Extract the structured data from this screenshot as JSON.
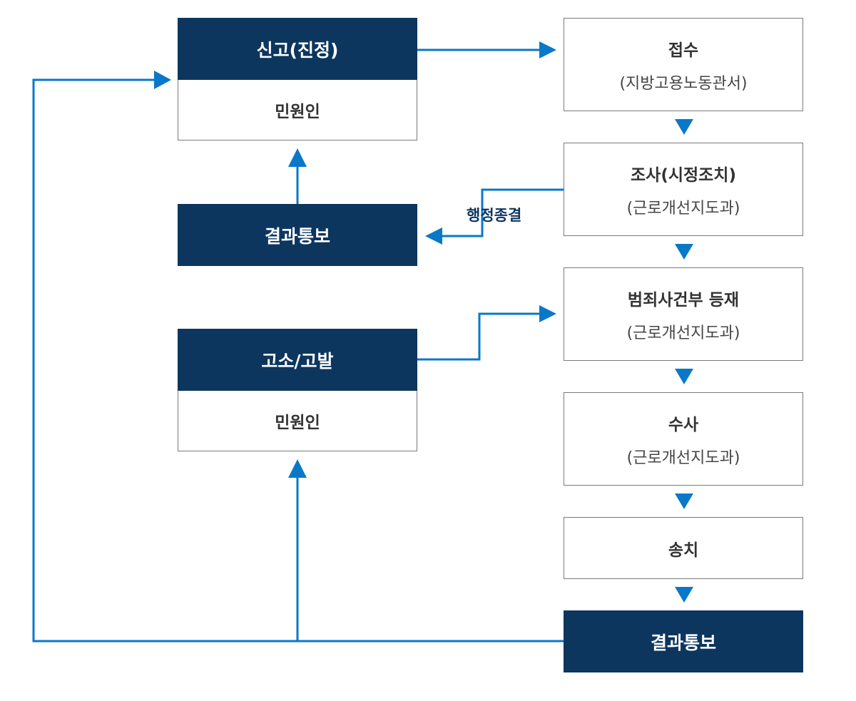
{
  "left": {
    "report": {
      "header": "신고(진정)",
      "body": "민원인"
    },
    "result_admin": {
      "label": "결과통보"
    },
    "complaint": {
      "header": "고소/고발",
      "body": "민원인"
    }
  },
  "right": {
    "receipt": {
      "title": "접수",
      "sub": "(지방고용노동관서)"
    },
    "investigation": {
      "title": "조사(시정조치)",
      "sub": "(근로개선지도과)"
    },
    "criminal_register": {
      "title": "범죄사건부 등재",
      "sub": "(근로개선지도과)"
    },
    "probe": {
      "title": "수사",
      "sub": "(근로개선지도과)"
    },
    "referral": {
      "title": "송치"
    },
    "result_final": {
      "label": "결과통보"
    }
  },
  "edge_labels": {
    "admin_close": "행정종결"
  },
  "colors": {
    "navy": "#0c365e",
    "arrow_blue": "#0a78c8",
    "border": "#7a7a7a"
  }
}
